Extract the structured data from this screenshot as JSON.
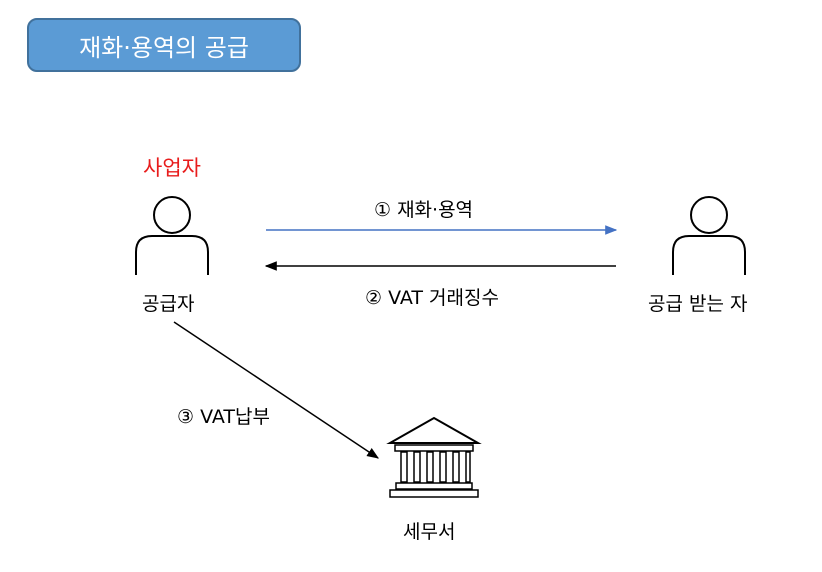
{
  "title": "재화·용역의 공급",
  "supplier": {
    "role": "사업자",
    "name": "공급자"
  },
  "recipient": {
    "name": "공급 받는 자"
  },
  "tax_office": {
    "name": "세무서"
  },
  "flows": [
    {
      "label": "① 재화·용역",
      "color": "#4472c4"
    },
    {
      "label": "② VAT 거래징수",
      "color": "#000000"
    },
    {
      "label": "③ VAT납부",
      "color": "#000000"
    }
  ],
  "colors": {
    "title_bg": "#5b9bd5",
    "role_text": "#e81c1c"
  },
  "icons": [
    "person-icon",
    "person-icon",
    "bank-building-icon"
  ]
}
